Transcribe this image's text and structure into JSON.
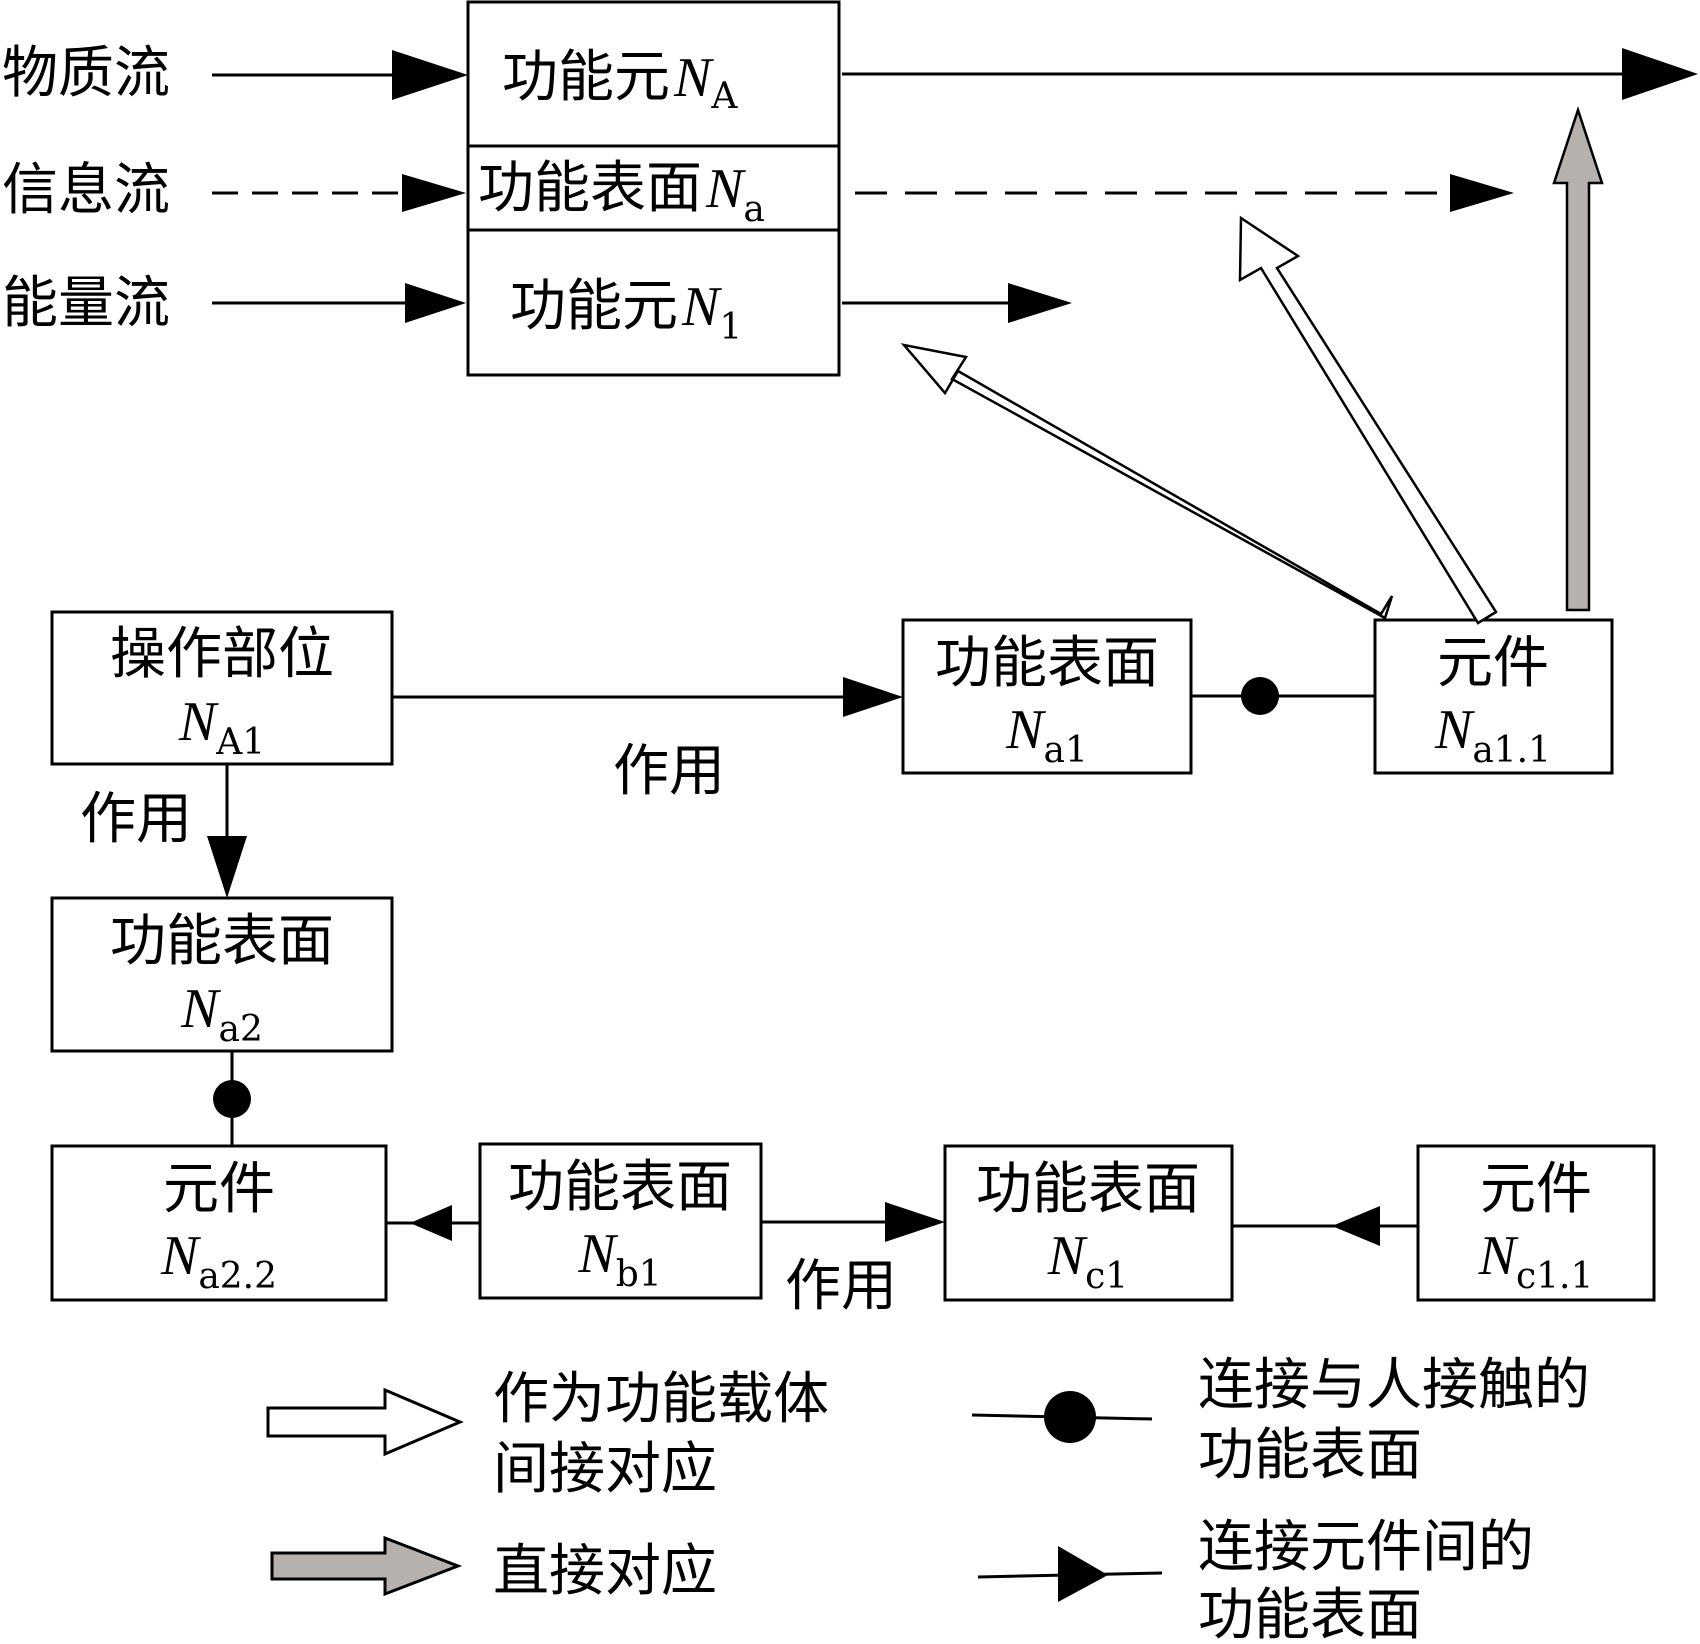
{
  "flows": {
    "material": "物质流",
    "information": "信息流",
    "energy": "能量流"
  },
  "top_block": {
    "unit_A": {
      "prefix": "功能元",
      "sym": "N",
      "sub": "A"
    },
    "surface_a": {
      "prefix": "功能表面",
      "sym": "N",
      "sub": "a"
    },
    "unit_1": {
      "prefix": "功能元",
      "sym": "N",
      "sub": "1"
    }
  },
  "nodes": {
    "NA1": {
      "line1": "操作部位",
      "sym": "N",
      "sub": "A1"
    },
    "Na1": {
      "line1": "功能表面",
      "sym": "N",
      "sub": "a1"
    },
    "Na11": {
      "line1": "元件",
      "sym": "N",
      "sub": "a1.1"
    },
    "Na2": {
      "line1": "功能表面",
      "sym": "N",
      "sub": "a2"
    },
    "Na22": {
      "line1": "元件",
      "sym": "N",
      "sub": "a2.2"
    },
    "Nb1": {
      "line1": "功能表面",
      "sym": "N",
      "sub": "b1"
    },
    "Nc1": {
      "line1": "功能表面",
      "sym": "N",
      "sub": "c1"
    },
    "Nc11": {
      "line1": "元件",
      "sym": "N",
      "sub": "c1.1"
    }
  },
  "edge_labels": {
    "act_horizontal": "作用",
    "act_vertical": "作用",
    "act_bottom": "作用"
  },
  "legend": {
    "hollow_line1": "作为功能载体",
    "hollow_line2": "间接对应",
    "gray": "直接对应",
    "dot_line1": "连接与人接触的",
    "dot_line2": "功能表面",
    "tri_line1": "连接元件间的",
    "tri_line2": "功能表面"
  },
  "colors": {
    "line": "#000000",
    "direct_arrow_fill": "#b7b1ae",
    "hollow_arrow_fill": "#ffffff"
  }
}
